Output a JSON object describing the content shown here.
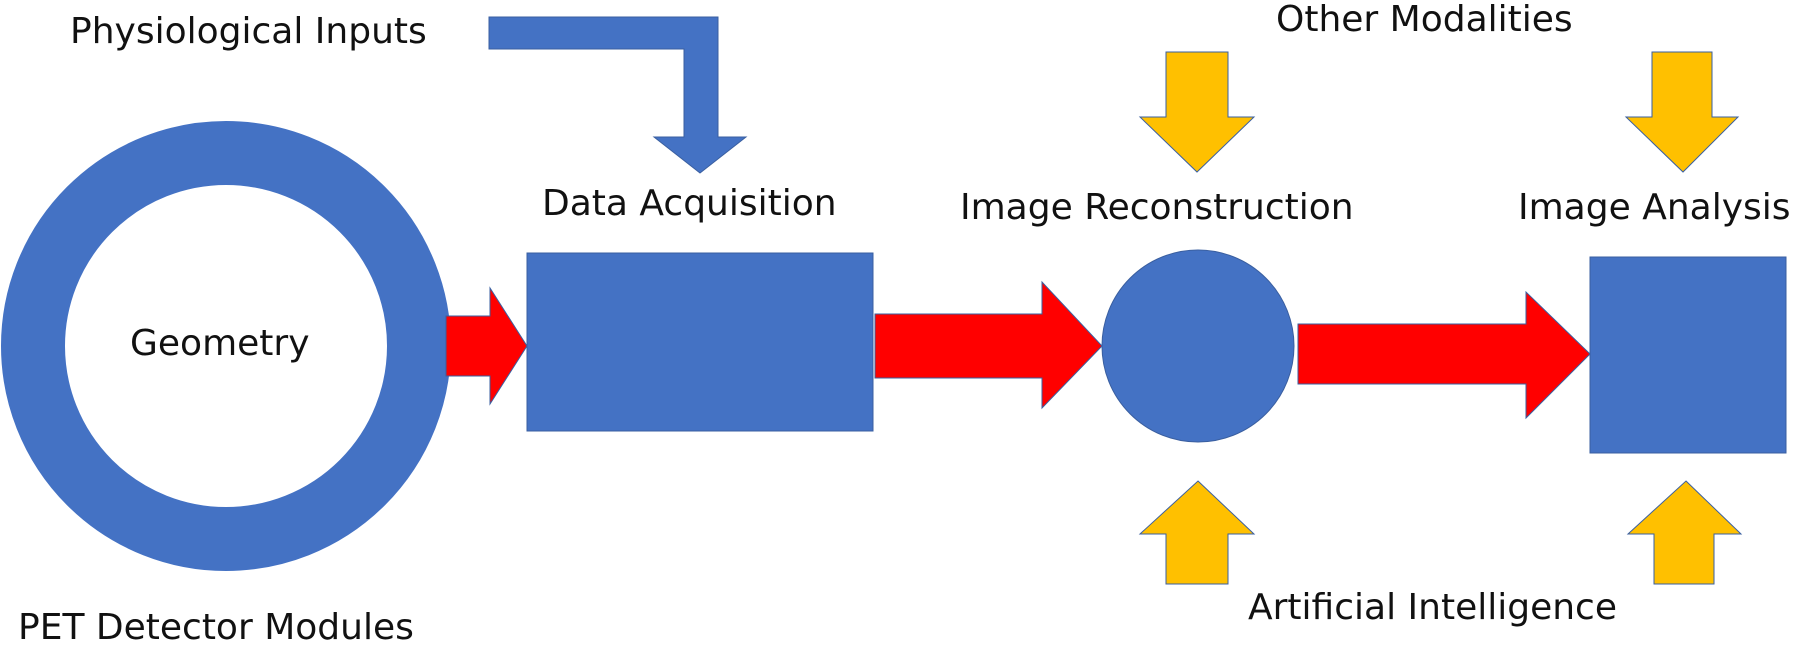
{
  "labels": {
    "physiological_inputs": "Physiological Inputs",
    "other_modalities": "Other Modalities",
    "data_acquisition": "Data Acquisition",
    "image_reconstruction": "Image Reconstruction",
    "image_analysis": "Image Analysis",
    "geometry": "Geometry",
    "artificial_intelligence": "Artificial Intelligence",
    "pet_detector_modules": "PET Detector Modules"
  },
  "colors": {
    "shape_blue": "#4472C4",
    "flow_red": "#FF0000",
    "input_gold": "#FFC000",
    "background": "#FFFFFF"
  }
}
